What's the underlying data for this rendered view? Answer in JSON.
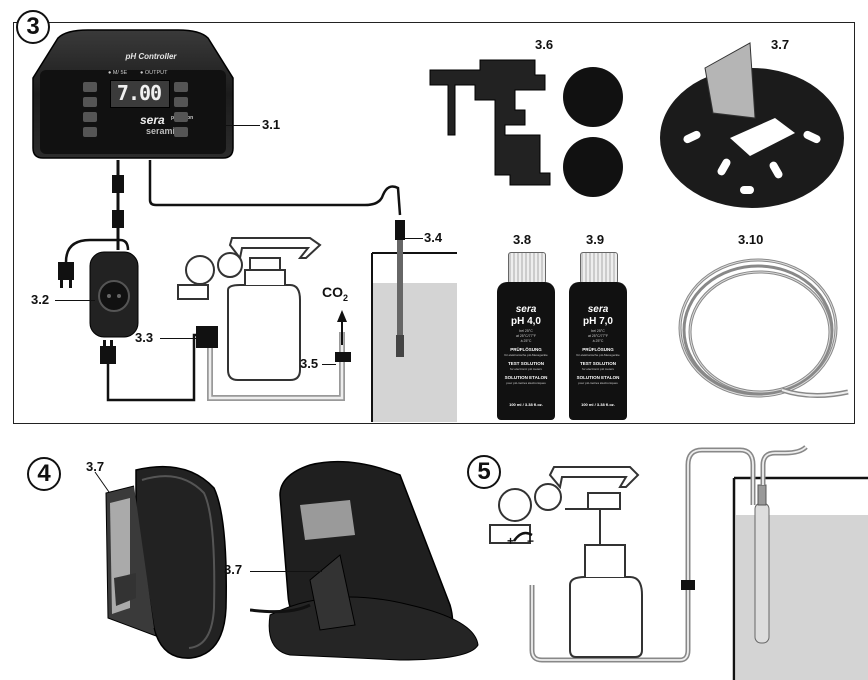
{
  "sections": {
    "s3": "3",
    "s4": "4",
    "s5": "5"
  },
  "labels": {
    "controller": "3.1",
    "power_socket": "3.2",
    "solenoid_valve": "3.3",
    "ph_electrode": "3.4",
    "check_valve": "3.5",
    "mounting_bracket": "3.6",
    "stand": "3.7",
    "buffer_ph4": "3.8",
    "buffer_ph7": "3.9",
    "hose": "3.10",
    "stand_view_a": "3.7",
    "stand_view_b": "3.7"
  },
  "co2": {
    "text": "CO",
    "sub": "2"
  },
  "controller": {
    "title": "pH Controller",
    "display_value": "7.00",
    "brand": "sera",
    "brand_sub": "precision",
    "model": "seramic",
    "indicator_left": "● M/ 5E",
    "indicator_right": "● OUTPUT"
  },
  "bottles": [
    {
      "brand": "sera",
      "title": "pH 4,0",
      "line1": "bei 25°C",
      "line2": "at 25°C/77°F",
      "line3": "à 25°C",
      "de": "PRÜFLÖSUNG",
      "de_sub": "für elektronische pH-Messgeräte",
      "en": "TEST SOLUTION",
      "en_sub": "for electronic pH meters",
      "fr": "SOLUTION ETALON",
      "fr_sub": "pour pH-mètres électroniques",
      "volume": "100 ml / 3.38 fl.oz."
    },
    {
      "brand": "sera",
      "title": "pH 7,0",
      "line1": "bei 25°C",
      "line2": "at 25°C/77°F",
      "line3": "à 25°C",
      "de": "PRÜFLÖSUNG",
      "de_sub": "für elektronische pH-Messgeräte",
      "en": "TEST SOLUTION",
      "en_sub": "for electronic pH meters",
      "fr": "SOLUTION ETALON",
      "fr_sub": "pour pH-mètres électroniques",
      "volume": "100 ml / 3.38 fl.oz."
    }
  ],
  "colors": {
    "device_body": "#222222",
    "device_face": "#111111",
    "display_bg": "#3b3b3b",
    "water": "#d4d4d4",
    "line": "#111111"
  }
}
